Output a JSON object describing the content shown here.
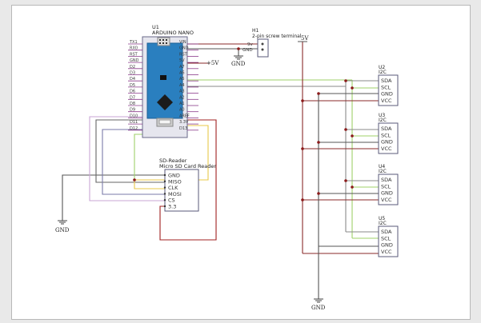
{
  "arduino": {
    "ref": "U1",
    "name": "ARDUINO NANO",
    "left_pins": [
      "TX1",
      "RX0",
      "RST",
      "GND",
      "D2",
      "D3",
      "D4",
      "D5",
      "D6",
      "D7",
      "D8",
      "D9",
      "D10",
      "D11",
      "D12"
    ],
    "right_pins": [
      "VIN",
      "GND",
      "RST",
      "5V",
      "A7",
      "A6",
      "A5",
      "A4",
      "A3",
      "A2",
      "A1",
      "A0",
      "AREF",
      "3.3V",
      "D13"
    ]
  },
  "terminal": {
    "ref": "H1",
    "name": "2-pin screw terminal",
    "pins": [
      "9v",
      "GND"
    ]
  },
  "power": {
    "plus5v_label": "+5V",
    "top5v_label": "5V",
    "gnd_label": "GND"
  },
  "sd_reader": {
    "ref": "SD-Reader",
    "name": "Micro SD Card Reader",
    "pins": [
      "GND",
      "MISO",
      "CLK",
      "MOSI",
      "CS",
      "3.3"
    ]
  },
  "i2c_modules": [
    {
      "ref": "U2",
      "type": "I2C",
      "pins": [
        "SDA",
        "SCL",
        "GND",
        "VCC"
      ]
    },
    {
      "ref": "U3",
      "type": "I2C",
      "pins": [
        "SDA",
        "SCL",
        "GND",
        "VCC"
      ]
    },
    {
      "ref": "U4",
      "type": "I2C",
      "pins": [
        "SDA",
        "SCL",
        "GND",
        "VCC"
      ]
    },
    {
      "ref": "U5",
      "type": "I2C",
      "pins": [
        "SDA",
        "SCL",
        "GND",
        "VCC"
      ]
    }
  ],
  "colors": {
    "sda_wire": "#8a8a8a",
    "scl_wire": "#9fd06a",
    "gnd_wire": "#6b6b6b",
    "vcc_wire": "#a02020",
    "mosi_wire": "#7a7aa8",
    "cs_wire": "#c9a6d6",
    "clk_wire": "#e8c84a",
    "board_blue": "#2a7fbf",
    "part_border": "#5a5a7a"
  }
}
